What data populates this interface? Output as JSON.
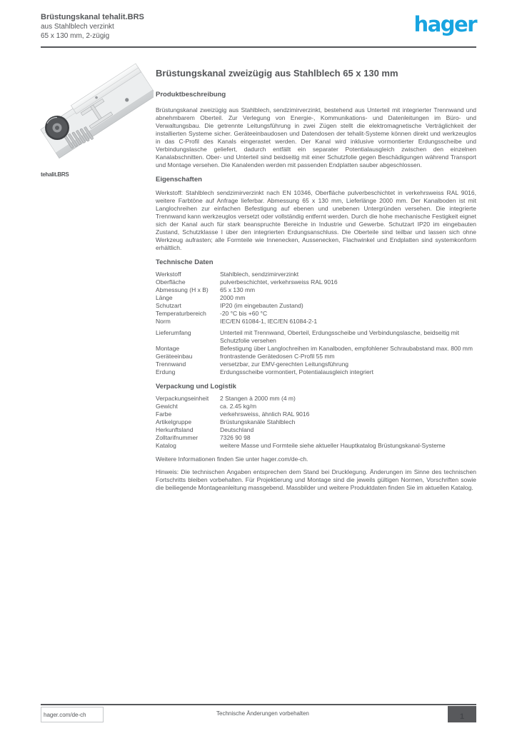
{
  "colors": {
    "brand_blue": "#18a4e0",
    "text_gray": "#55575a"
  },
  "header": {
    "product_line_1": "Brüstungskanal tehalit.BRS",
    "product_line_2": "aus Stahlblech verzinkt",
    "product_line_3": "65 x 130 mm, 2-zügig",
    "logo_text": "hager"
  },
  "product_image": {
    "caption": "tehalit.BRS"
  },
  "main": {
    "title": "Brüstungskanal zweizügig aus Stahlblech 65 x 130 mm",
    "blocks": [
      {
        "type": "heading",
        "first": true,
        "text": "Produktbeschreibung"
      },
      {
        "type": "paragraph",
        "text": "Brüstungskanal zweizügig aus Stahlblech, sendzimirverzinkt, bestehend aus Unterteil mit integrierter Trennwand und abnehmbarem Oberteil. Zur Verlegung von Energie-, Kommunikations- und Datenleitungen im Büro- und Verwaltungsbau. Die getrennte Leitungsführung in zwei Zügen stellt die elektromagnetische Verträglichkeit der installierten Systeme sicher. Geräteeinbaudosen und Datendosen der tehalit-Systeme können direkt und werkzeuglos in das C-Profil des Kanals eingerastet werden. Der Kanal wird inklusive vormontierter Erdungsscheibe und Verbindungslasche geliefert, dadurch entfällt ein separater Potentialausgleich zwischen den einzelnen Kanalabschnitten. Ober- und Unterteil sind beidseitig mit einer Schutzfolie gegen Beschädigungen während Transport und Montage versehen. Die Kanalenden werden mit passenden Endplatten sauber abgeschlossen."
      },
      {
        "type": "heading",
        "text": "Eigenschaften"
      },
      {
        "type": "paragraph",
        "tight": true,
        "text": "Werkstoff: Stahlblech sendzimirverzinkt nach EN 10346, Oberfläche pulverbeschichtet in verkehrsweiss RAL 9016, weitere Farbtöne auf Anfrage lieferbar. Abmessung 65 x 130 mm, Lieferlänge 2000 mm. Der Kanalboden ist mit Langlochreihen zur einfachen Befestigung auf ebenen und unebenen Untergründen versehen. Die integrierte Trennwand kann werkzeuglos versetzt oder vollständig entfernt werden. Durch die hohe mechanische Festigkeit eignet sich der Kanal auch für stark beanspruchte Bereiche in Industrie und Gewerbe. Schutzart IP20 im eingebauten Zustand, Schutzklasse I über den integrierten Erdungsanschluss. Die Oberteile sind teilbar und lassen sich ohne Werkzeug aufrasten; alle Formteile wie Innenecken, Aussenecken, Flachwinkel und Endplatten sind systemkonform erhältlich."
      },
      {
        "type": "heading",
        "text": "Technische Daten"
      },
      {
        "type": "rows",
        "items": [
          {
            "label": "Werkstoff",
            "value": "Stahlblech, sendzimirverzinkt"
          },
          {
            "label": "Oberfläche",
            "value": "pulverbeschichtet, verkehrsweiss RAL 9016"
          },
          {
            "label": "Abmessung (H x B)",
            "value": "65 x 130 mm"
          },
          {
            "label": "Länge",
            "value": "2000 mm"
          },
          {
            "label": "Schutzart",
            "value": "IP20 (im eingebauten Zustand)"
          },
          {
            "label": "Temperaturbereich",
            "value": "-20 °C bis +60 °C"
          },
          {
            "label": "Norm",
            "value": "IEC/EN 61084-1, IEC/EN 61084-2-1"
          }
        ]
      },
      {
        "type": "rows",
        "items": [
          {
            "label": "Lieferumfang",
            "value": "Unterteil mit Trennwand, Oberteil, Erdungsscheibe und Verbindungslasche, beidseitig mit Schutzfolie versehen"
          },
          {
            "label": "Montage",
            "value": "Befestigung über Langlochreihen im Kanalboden, empfohlener Schraubabstand max. 800 mm"
          },
          {
            "label": "Geräteeinbau",
            "value": "frontrastende Gerätedosen C-Profil 55 mm"
          },
          {
            "label": "Trennwand",
            "value": "versetzbar, zur EMV-gerechten Leitungsführung"
          },
          {
            "label": "Erdung",
            "value": "Erdungsscheibe vormontiert, Potentialausgleich integriert"
          }
        ]
      },
      {
        "type": "heading",
        "text": "Verpackung und Logistik"
      },
      {
        "type": "rows",
        "items": [
          {
            "label": "Verpackungseinheit",
            "value": "2 Stangen à 2000 mm (4 m)"
          },
          {
            "label": "Gewicht",
            "value": "ca. 2.45 kg/m"
          },
          {
            "label": "Farbe",
            "value": "verkehrsweiss, ähnlich RAL 9016"
          },
          {
            "label": "Artikelgruppe",
            "value": "Brüstungskanäle Stahlblech"
          },
          {
            "label": "Herkunftsland",
            "value": "Deutschland"
          },
          {
            "label": "Zolltarifnummer",
            "value": "7326 90 98"
          },
          {
            "label": "Katalog",
            "value": "weitere Masse und Formteile siehe aktueller Hauptkatalog Brüstungskanal-Systeme"
          }
        ]
      },
      {
        "type": "line",
        "text": "Weitere Informationen finden Sie unter hager.com/de-ch."
      },
      {
        "type": "paragraph",
        "tight": true,
        "text": "Hinweis: Die technischen Angaben entsprechen dem Stand bei Drucklegung. Änderungen im Sinne des technischen Fortschritts bleiben vorbehalten. Für Projektierung und Montage sind die jeweils gültigen Normen, Vorschriften sowie die beiliegende Montageanleitung massgebend. Massbilder und weitere Produktdaten finden Sie im aktuellen Katalog."
      }
    ]
  },
  "footer": {
    "url": "hager.com/de-ch",
    "note": "Technische Änderungen vorbehalten",
    "page_number": "1"
  }
}
